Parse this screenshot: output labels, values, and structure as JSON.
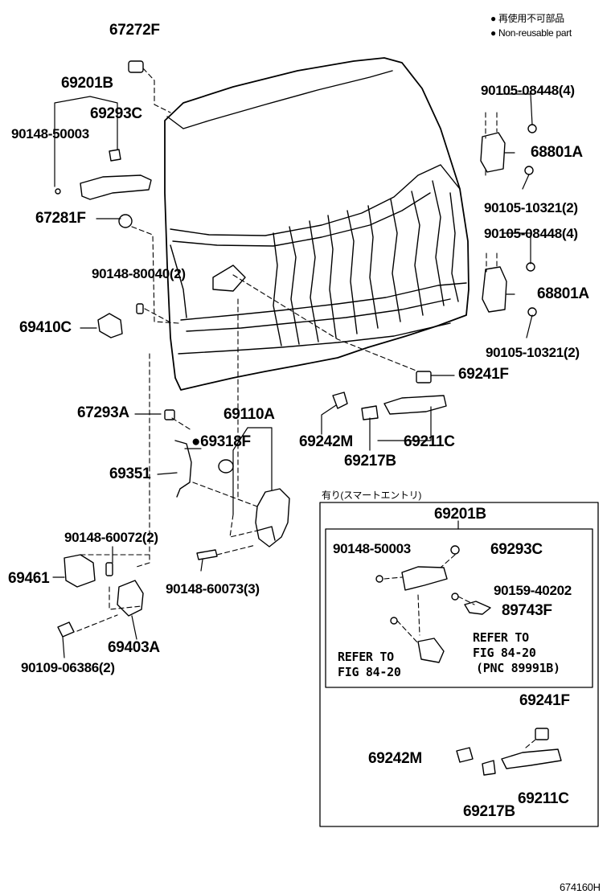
{
  "legend": {
    "line1": "● 再使用不可部品",
    "line2": "● Non-reusable part"
  },
  "figure_code": "674160H",
  "option_box": {
    "title": "有り(スマートエントリ)",
    "assembly": "69201B"
  },
  "refer": {
    "left_line1": "REFER TO",
    "left_line2": "FIG 84-20",
    "right_line1": "REFER TO",
    "right_line2": "FIG 84-20",
    "right_line3": "(PNC 89991B)"
  },
  "labels": {
    "p67272F": "67272F",
    "p69201B": "69201B",
    "p69293C": "69293C",
    "p90148_50003": "90148-50003",
    "p67281F": "67281F",
    "p90148_80040": "90148-80040(2)",
    "p69410C": "69410C",
    "p67293A": "67293A",
    "p69110A": "69110A",
    "p69318F": "●69318F",
    "p69351": "69351",
    "p90148_60072": "90148-60072(2)",
    "p69461": "69461",
    "p90148_60073": "90148-60073(3)",
    "p69403A": "69403A",
    "p90109_06386": "90109-06386(2)",
    "p90105_08448_a": "90105-08448(4)",
    "p68801A_a": "68801A",
    "p90105_10321_a": "90105-10321(2)",
    "p90105_08448_b": "90105-08448(4)",
    "p68801A_b": "68801A",
    "p90105_10321_b": "90105-10321(2)",
    "p69241F": "69241F",
    "p69242M": "69242M",
    "p69211C": "69211C",
    "p69217B": "69217B",
    "b90148_50003": "90148-50003",
    "b69293C": "69293C",
    "b90159_40202": "90159-40202",
    "b89743F": "89743F",
    "b69241F": "69241F",
    "b69242M": "69242M",
    "b69211C": "69211C",
    "b69217B": "69217B"
  }
}
